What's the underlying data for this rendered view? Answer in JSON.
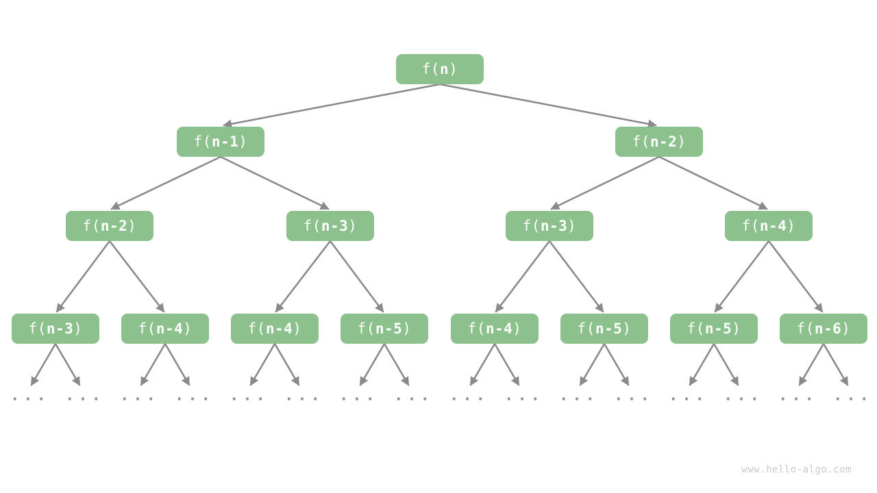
{
  "nodes": [
    {
      "label": "f(n)",
      "prefix": "f(",
      "arg": "n",
      "suffix": ")"
    },
    {
      "label": "f(n-1)",
      "prefix": "f(",
      "arg": "n-1",
      "suffix": ")"
    },
    {
      "label": "f(n-2)",
      "prefix": "f(",
      "arg": "n-2",
      "suffix": ")"
    },
    {
      "label": "f(n-2)",
      "prefix": "f(",
      "arg": "n-2",
      "suffix": ")"
    },
    {
      "label": "f(n-3)",
      "prefix": "f(",
      "arg": "n-3",
      "suffix": ")"
    },
    {
      "label": "f(n-3)",
      "prefix": "f(",
      "arg": "n-3",
      "suffix": ")"
    },
    {
      "label": "f(n-4)",
      "prefix": "f(",
      "arg": "n-4",
      "suffix": ")"
    },
    {
      "label": "f(n-3)",
      "prefix": "f(",
      "arg": "n-3",
      "suffix": ")"
    },
    {
      "label": "f(n-4)",
      "prefix": "f(",
      "arg": "n-4",
      "suffix": ")"
    },
    {
      "label": "f(n-4)",
      "prefix": "f(",
      "arg": "n-4",
      "suffix": ")"
    },
    {
      "label": "f(n-5)",
      "prefix": "f(",
      "arg": "n-5",
      "suffix": ")"
    },
    {
      "label": "f(n-4)",
      "prefix": "f(",
      "arg": "n-4",
      "suffix": ")"
    },
    {
      "label": "f(n-5)",
      "prefix": "f(",
      "arg": "n-5",
      "suffix": ")"
    },
    {
      "label": "f(n-5)",
      "prefix": "f(",
      "arg": "n-5",
      "suffix": ")"
    },
    {
      "label": "f(n-6)",
      "prefix": "f(",
      "arg": "n-6",
      "suffix": ")"
    }
  ],
  "labels": {
    "ellipsis": "..."
  },
  "watermark": "www.hello-algo.com",
  "colors": {
    "node_fill": "#8CC08C",
    "node_text": "#FFFFFF",
    "edge": "#8A8A8A",
    "ellipsis": "#8F8F8F",
    "watermark": "#C9C9C9",
    "background": "#FFFFFF"
  }
}
